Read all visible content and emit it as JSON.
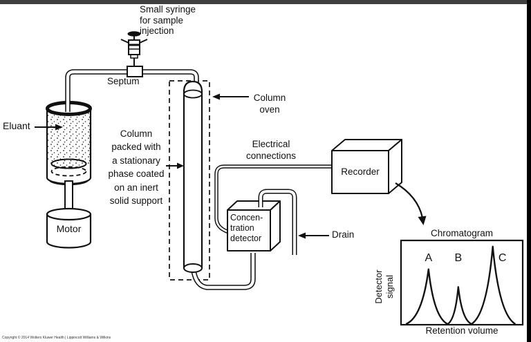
{
  "frame": {
    "background": "#ffffff",
    "ink": "#111111",
    "top_bar_color": "#3f3f3f",
    "right_bar_color": "#000000"
  },
  "labels": {
    "syringe": "Small syringe\nfor sample\ninjection",
    "septum": "Septum",
    "eluant": "Eluant",
    "motor": "Motor",
    "column_packed": "Column\npacked with\na stationary\nphase coated\non an inert\nsolid support",
    "column_oven": "Column\noven",
    "electrical": "Electrical\nconnections",
    "recorder": "Recorder",
    "detector": "Concen-\ntration\ndetector",
    "drain": "Drain",
    "copyright": "Copyright © 2014 Wolters Kluwer Health | Lippincott Williams & Wilkins"
  },
  "chart_data": {
    "type": "line",
    "title": "Chromatogram",
    "xlabel": "Retention volume",
    "ylabel": "Detector signal",
    "x_range": [
      0,
      100
    ],
    "y_range": [
      0,
      100
    ],
    "grid": false,
    "legend": "none",
    "peaks": [
      {
        "label": "A",
        "start": 3,
        "retention": 22,
        "height": 65,
        "end": 38
      },
      {
        "label": "B",
        "start": 38,
        "retention": 47,
        "height": 44,
        "end": 58
      },
      {
        "label": "C",
        "start": 58,
        "retention": 76,
        "height": 92,
        "end": 95
      }
    ]
  }
}
